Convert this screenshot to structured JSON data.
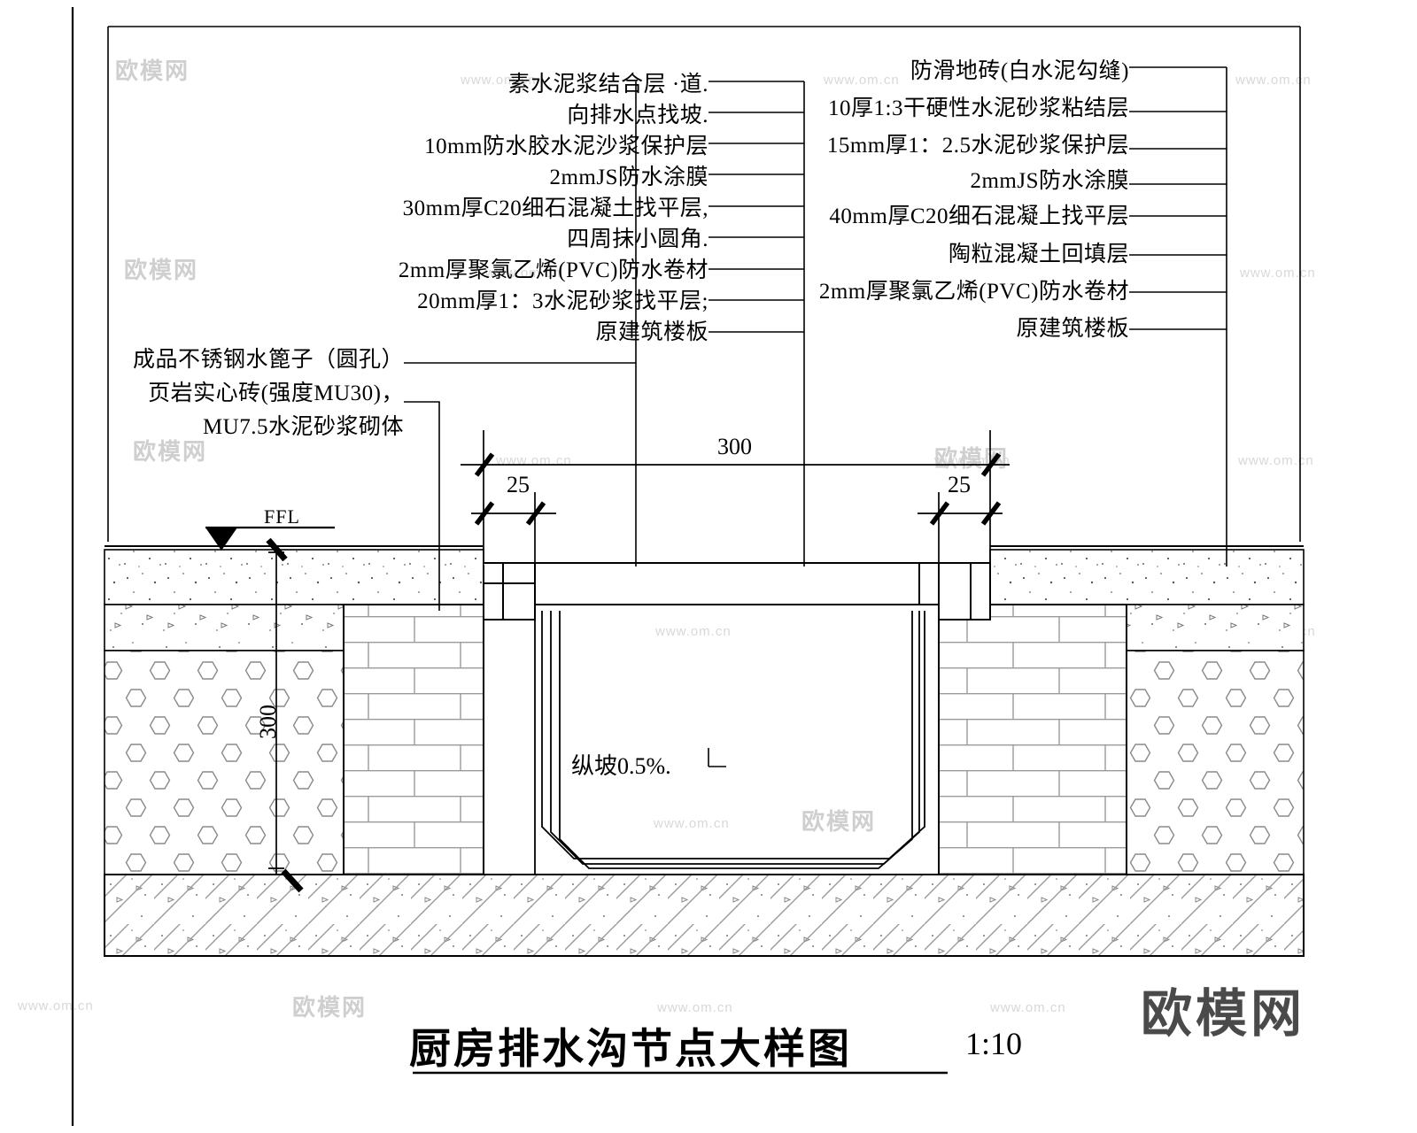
{
  "drawing": {
    "title": "厨房排水沟节点大样图",
    "scale": "1:10"
  },
  "annotations_left": {
    "heading": "left-layer-callouts",
    "items": [
      "素水泥浆结合层  ·道.",
      "向排水点找坡.",
      "10mm防水胶水泥沙浆保护层",
      "2mmJS防水涂膜",
      "30mm厚C20细石混凝土找平层,",
      "四周抹小圆角.",
      "2mm厚聚氯乙烯(PVC)防水卷材",
      "20mm厚1：3水泥砂浆找平层;",
      "原建筑楼板"
    ]
  },
  "annotations_right": {
    "heading": "right-layer-callouts",
    "items": [
      "防滑地砖(白水泥勾缝)",
      "10厚1:3干硬性水泥砂浆粘结层",
      "15mm厚1：2.5水泥砂浆保护层",
      "2mmJS防水涂膜",
      "40mm厚C20细石混凝上找平层",
      "陶粒混凝土回填层",
      "2mm厚聚氯乙烯(PVC)防水卷材",
      "原建筑楼板"
    ]
  },
  "annotations_lower_left": {
    "items": [
      "成品不锈钢水篦子（圆孔）",
      "页岩实心砖(强度MU30)，",
      "MU7.5水泥砂浆砌体"
    ]
  },
  "dimensions": {
    "width_total": "300",
    "edge_left": "25",
    "edge_right": "25",
    "depth": "300",
    "slope_note": "纵坡0.5%."
  },
  "level_marker": {
    "label": "FFL"
  },
  "watermarks": {
    "url": "www.om.cn",
    "brand": "欧模网"
  }
}
